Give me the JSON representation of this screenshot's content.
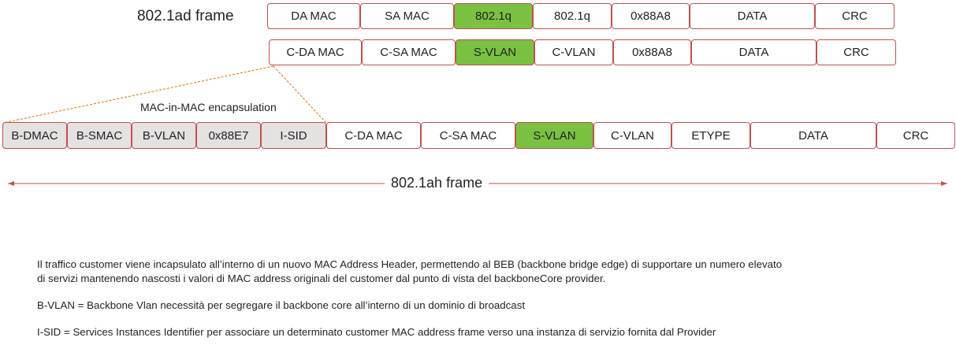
{
  "frame_ad": {
    "title": "802.1ad frame",
    "row1": [
      "DA MAC",
      "SA MAC",
      "802.1q",
      "802.1q",
      "0x88A8",
      "DATA",
      "CRC"
    ],
    "row2": [
      "C-DA MAC",
      "C-SA MAC",
      "S-VLAN",
      "C-VLAN",
      "0x88A8",
      "DATA",
      "CRC"
    ]
  },
  "encapsulation_label": "MAC-in-MAC encapsulation",
  "frame_ah": {
    "title": "802.1ah frame",
    "backbone_fields": [
      "B-DMAC",
      "B-SMAC",
      "B-VLAN",
      "0x88E7",
      "I-SID"
    ],
    "customer_fields": [
      "C-DA MAC",
      "C-SA MAC",
      "S-VLAN",
      "C-VLAN",
      "ETYPE",
      "DATA",
      "CRC"
    ]
  },
  "notes": {
    "line1": "Il traffico customer viene incapsulato all’interno di un nuovo MAC Address Header, permettendo  al BEB (backbone bridge edge) di supportare un numero  elevato",
    "line2": "di servizi mantenendo  nascosti i valori di MAC address originali del customer dal punto di vista del backboneCore  provider.",
    "bvlan": "B-VLAN = Backbone Vlan necessità per segregare il backbone core all’interno di un dominio  di broadcast",
    "isid": "I-SID = Services Instances Identifier per associare un determinato   customer MAC address frame verso una instanza di servizio fornita dal Provider"
  },
  "colors": {
    "border": "#c0504d",
    "green_fill": "#7ac142",
    "gray_fill": "#e4e1e1",
    "connector": "#e36c09"
  }
}
